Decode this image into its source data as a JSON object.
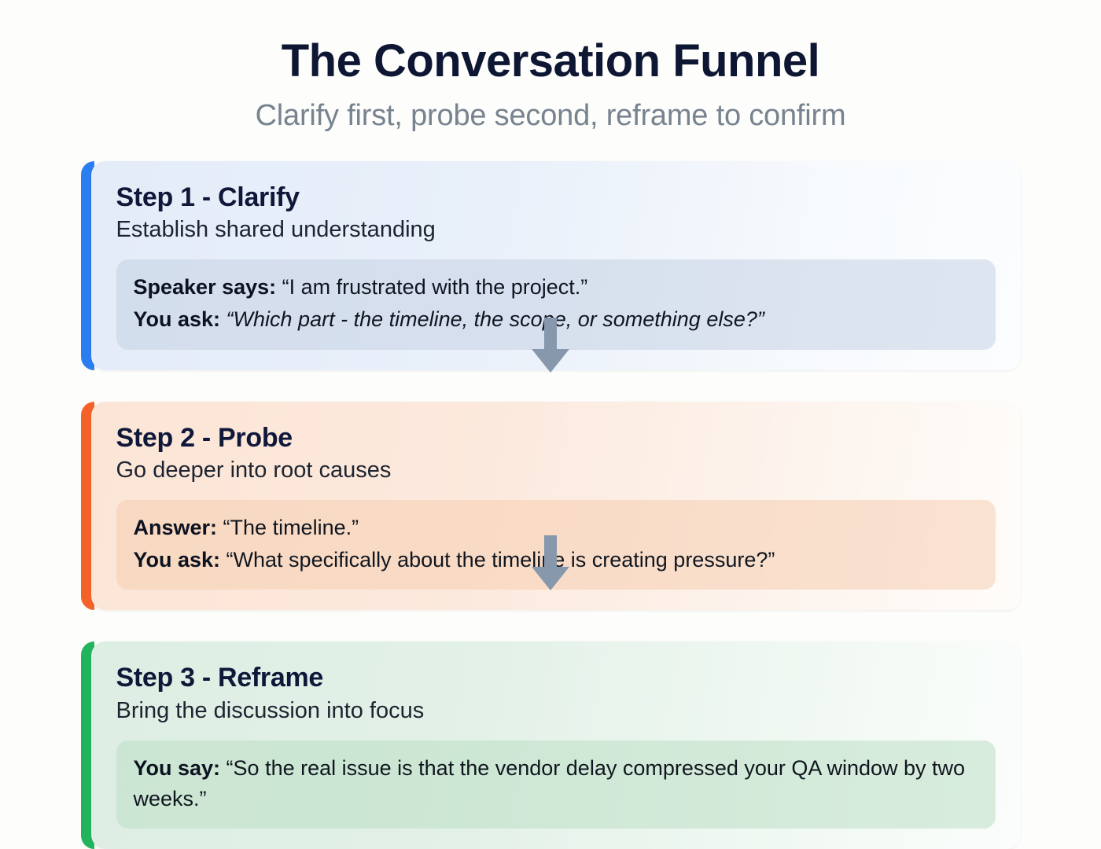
{
  "header": {
    "title": "The Conversation Funnel",
    "subtitle": "Clarify first, probe second, reframe to confirm"
  },
  "colors": {
    "page_background": "#fdfdfb",
    "title": "#0d1633",
    "subtitle": "#77838f",
    "accent_step_1": "#2b7ef0",
    "accent_step_2": "#f4622a",
    "accent_step_3": "#22b45c",
    "arrow": "#8798ad"
  },
  "steps": [
    {
      "title": "Step 1 - Clarify",
      "subtitle": "Establish shared understanding",
      "quote_lines": [
        {
          "label": "Speaker says:",
          "text": "“I am frustrated with the project.”",
          "italic": false
        },
        {
          "label": "You ask:",
          "text": "“Which part - the timeline, the scope, or something else?”",
          "italic": true
        }
      ]
    },
    {
      "title": "Step 2 - Probe",
      "subtitle": "Go deeper into root causes",
      "quote_lines": [
        {
          "label": "Answer:",
          "text": "“The timeline.”",
          "italic": false
        },
        {
          "label": "You ask:",
          "text": "“What specifically about the timeline is creating pressure?”",
          "italic": false
        }
      ]
    },
    {
      "title": "Step 3 - Reframe",
      "subtitle": "Bring the discussion into focus",
      "quote_lines": [
        {
          "label": "You say:",
          "text": "“So the real issue is that the vendor delay compressed your QA window by two weeks.”",
          "italic": false
        }
      ]
    }
  ],
  "connectors": [
    {
      "icon": "arrow-down-icon",
      "from": "Step 1 - Clarify",
      "to": "Step 2 - Probe"
    },
    {
      "icon": "arrow-down-icon",
      "from": "Step 2 - Probe",
      "to": "Step 3 - Reframe"
    }
  ]
}
